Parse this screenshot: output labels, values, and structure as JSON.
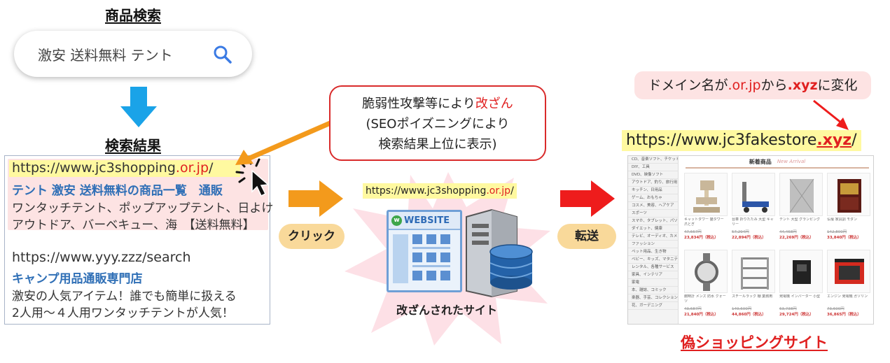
{
  "search": {
    "heading": "商品検索",
    "query": "激安 送料無料 テント"
  },
  "results": {
    "heading": "検索結果",
    "items": [
      {
        "url_prefix": "https://www.jc3shopping",
        "url_domain": ".or.jp",
        "url_suffix": "/",
        "title": "テント 激安 送料無料の商品一覧　通販",
        "desc1": "ワンタッチテント、ポップアップテント、日よけ",
        "desc2": "アウトドア、バーベキュー、海　【送料無料】"
      },
      {
        "url": "https://www.yyy.zzz/search",
        "title": "キャンプ用品通販専門店",
        "desc1": "激安の人気アイテム！誰でも簡単に扱える",
        "desc2": "2人用～４人用ワンタッチテントが人気！"
      }
    ]
  },
  "labels": {
    "click": "クリック",
    "transfer": "転送",
    "hacked_site": "改ざんされたサイト",
    "fake_site": "偽ショッピングサイト"
  },
  "callout_attack": {
    "line1_prefix": "脆弱性攻撃等により",
    "line1_highlight": "改ざん",
    "line2": "(SEOポイズニングにより",
    "line3": "検索結果上位に表示)"
  },
  "callout_domain": {
    "part1": "ドメイン名が",
    "part2": ".or.jp",
    "part3": "から",
    "part4": ".xyz",
    "part5": "に変化"
  },
  "hacked_site_url": {
    "prefix": "https://www.jc3shopping",
    "domain": ".or.jp",
    "suffix": "/"
  },
  "fake_url": {
    "prefix": "https://www.jc3fakestore",
    "domain": ".xyz",
    "suffix": "/"
  },
  "website_badge": "WEBSITE",
  "fake_store": {
    "title": "新着商品",
    "subtitle": "New Arrival",
    "sidebar": [
      "CD、音楽ソフト、チケット",
      "DIY、工具",
      "DVD、映像ソフト",
      "アウトドア、釣り、旅行用",
      "キッチン、日用品",
      "ゲーム、おもちゃ",
      "コスメ、美容、ヘアケア",
      "スポーツ",
      "スマホ、タブレット、パソ",
      "ダイエット、健康",
      "テレビ、オーディオ、カメ",
      "ファッション",
      "ペット用品、生き物",
      "ベビー、キッズ、マタニテ",
      "レンタル、各種サービス",
      "家具、インテリア",
      "家電",
      "本、雑誌、コミック",
      "楽器、手芸、コレクション",
      "花、ガーデニング"
    ],
    "products": [
      {
        "caption": "キャットタワー 猫タワー 爪とぎ",
        "old": "47,667円",
        "price": "23,834円（税込）"
      },
      {
        "caption": "台車 折りたたみ 大型 キャリー",
        "old": "57,294円",
        "price": "22,894円（税込）"
      },
      {
        "caption": "テント 大型 グランピング",
        "old": "44,468円",
        "price": "22,269円（税込）"
      },
      {
        "caption": "仏壇 家具調 モダン",
        "old": "142,800円",
        "price": "33,840円（税込）"
      },
      {
        "caption": "腕時計 メンズ 防水 クォーツ",
        "old": "43,687円",
        "price": "21,840円（税込）"
      },
      {
        "caption": "スチールラック 棚 業務用",
        "old": "149,600円",
        "price": "44,860円（税込）"
      },
      {
        "caption": "発電機 インバーター 小型",
        "old": "63,738円",
        "price": "29,724円（税込）"
      },
      {
        "caption": "エンジン 発電機 ガソリン",
        "old": "73,600円",
        "price": "36,865円（税込）"
      }
    ]
  },
  "colors": {
    "red": "#e02020",
    "link_blue": "#2f6fb6",
    "highlight_yellow": "#fff9a0",
    "pink_bg": "#fde3e3",
    "orange_arrow": "#f39a1c",
    "blue_arrow": "#1aa3e8"
  }
}
